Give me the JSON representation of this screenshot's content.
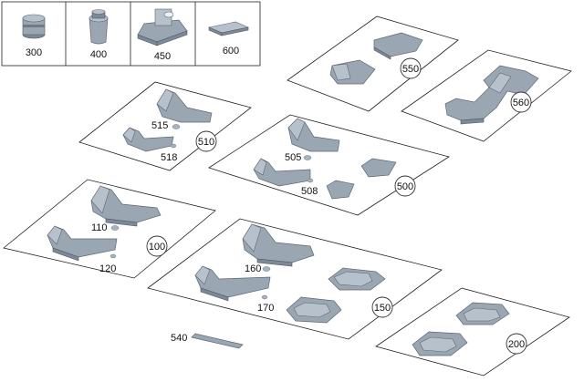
{
  "accessories": [
    {
      "id": "acc-300",
      "label": "300"
    },
    {
      "id": "acc-400",
      "label": "400"
    },
    {
      "id": "acc-450",
      "label": "450"
    },
    {
      "id": "acc-600",
      "label": "600"
    }
  ],
  "groups": [
    {
      "id": "g550",
      "label": "550",
      "parts": []
    },
    {
      "id": "g560",
      "label": "560",
      "parts": []
    },
    {
      "id": "g510",
      "label": "510",
      "parts": [
        "515",
        "518"
      ]
    },
    {
      "id": "g500",
      "label": "500",
      "parts": [
        "505",
        "508"
      ]
    },
    {
      "id": "g100",
      "label": "100",
      "parts": [
        "110",
        "120"
      ]
    },
    {
      "id": "g150",
      "label": "150",
      "parts": [
        "160",
        "170"
      ]
    },
    {
      "id": "g200",
      "label": "200",
      "parts": []
    }
  ],
  "loose": [
    {
      "id": "p540",
      "label": "540"
    }
  ],
  "colors": {
    "mat": "#9aa7b3",
    "mat_light": "#b6c1cb",
    "mat_dark": "#7d8996",
    "outline": "#222222"
  }
}
